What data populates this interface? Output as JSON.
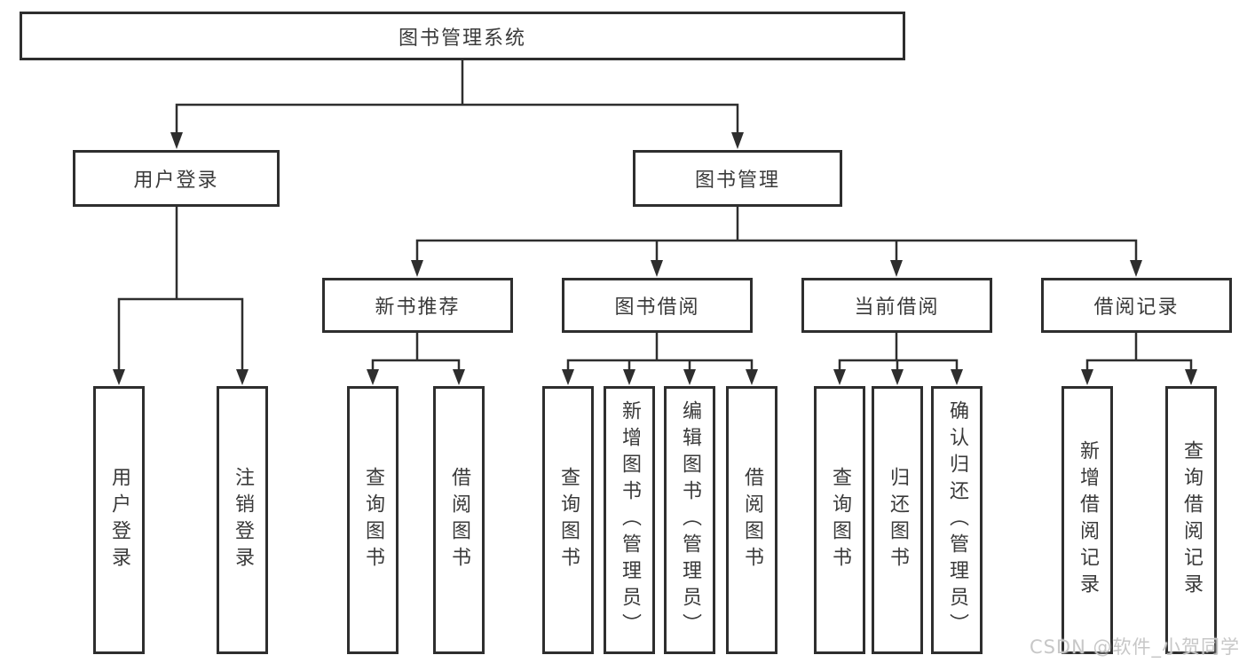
{
  "tree": {
    "label": "图书管理系统",
    "children": [
      {
        "label": "用户登录",
        "children": [
          {
            "label": "用户登录"
          },
          {
            "label": "注销登录"
          }
        ]
      },
      {
        "label": "图书管理",
        "children": [
          {
            "label": "新书推荐",
            "children": [
              {
                "label": "查询图书"
              },
              {
                "label": "借阅图书"
              }
            ]
          },
          {
            "label": "图书借阅",
            "children": [
              {
                "label": "查询图书"
              },
              {
                "label": "新增图书（管理员）"
              },
              {
                "label": "编辑图书（管理员）"
              },
              {
                "label": "借阅图书"
              }
            ]
          },
          {
            "label": "当前借阅",
            "children": [
              {
                "label": "查询图书"
              },
              {
                "label": "归还图书"
              },
              {
                "label": "确认归还（管理员）"
              }
            ]
          },
          {
            "label": "借阅记录",
            "children": [
              {
                "label": "新增借阅记录"
              },
              {
                "label": "查询借阅记录"
              }
            ]
          }
        ]
      }
    ]
  },
  "watermark": "CSDN @软件_小贺同学",
  "colors": {
    "line": "#2e2e2e",
    "box_border": "#2e2e2e",
    "text": "#3a3a3a",
    "background": "#ffffff",
    "watermark": "#c7c7c7"
  }
}
